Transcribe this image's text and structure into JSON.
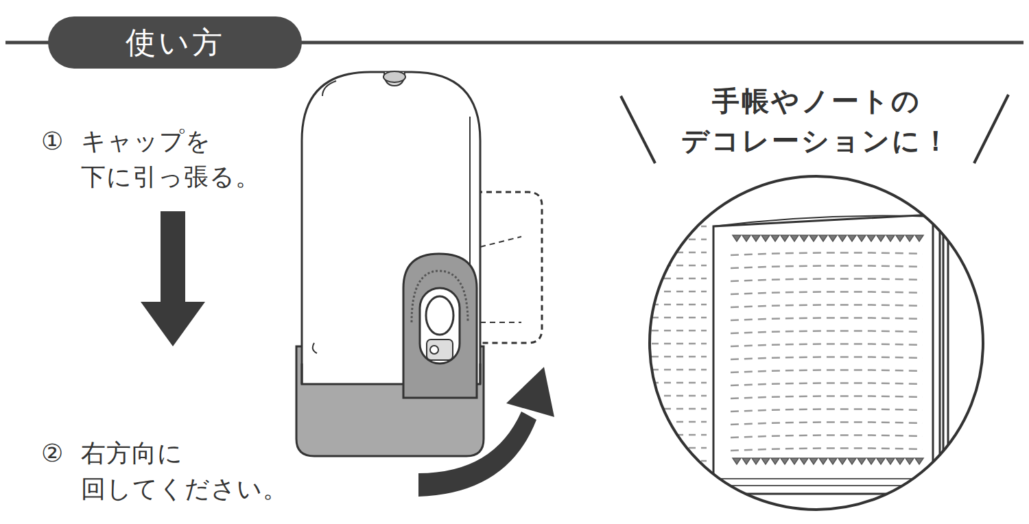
{
  "diagram": {
    "nodes": [
      {
        "text": [
          "使い方"
        ]
      }
    ],
    "edges": [],
    "labels": [
      "①",
      "キャップを 下に引っ張る。",
      "②",
      "右方向に 回してください。",
      "手帳やノートの デコレーションに！"
    ]
  }
}
